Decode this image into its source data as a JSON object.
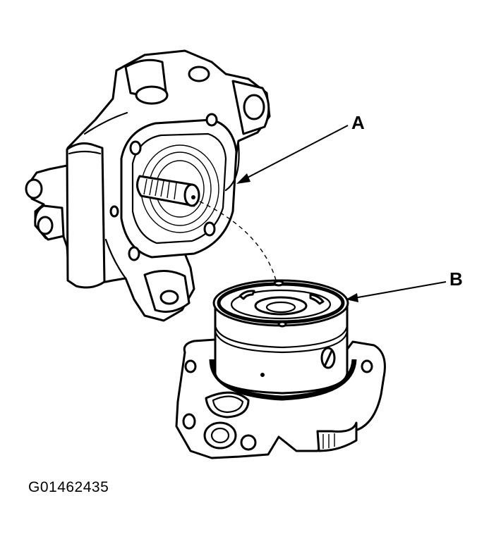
{
  "diagram": {
    "callouts": [
      {
        "id": "A",
        "label": "A"
      },
      {
        "id": "B",
        "label": "B"
      }
    ],
    "figure_id": "G01462435"
  }
}
